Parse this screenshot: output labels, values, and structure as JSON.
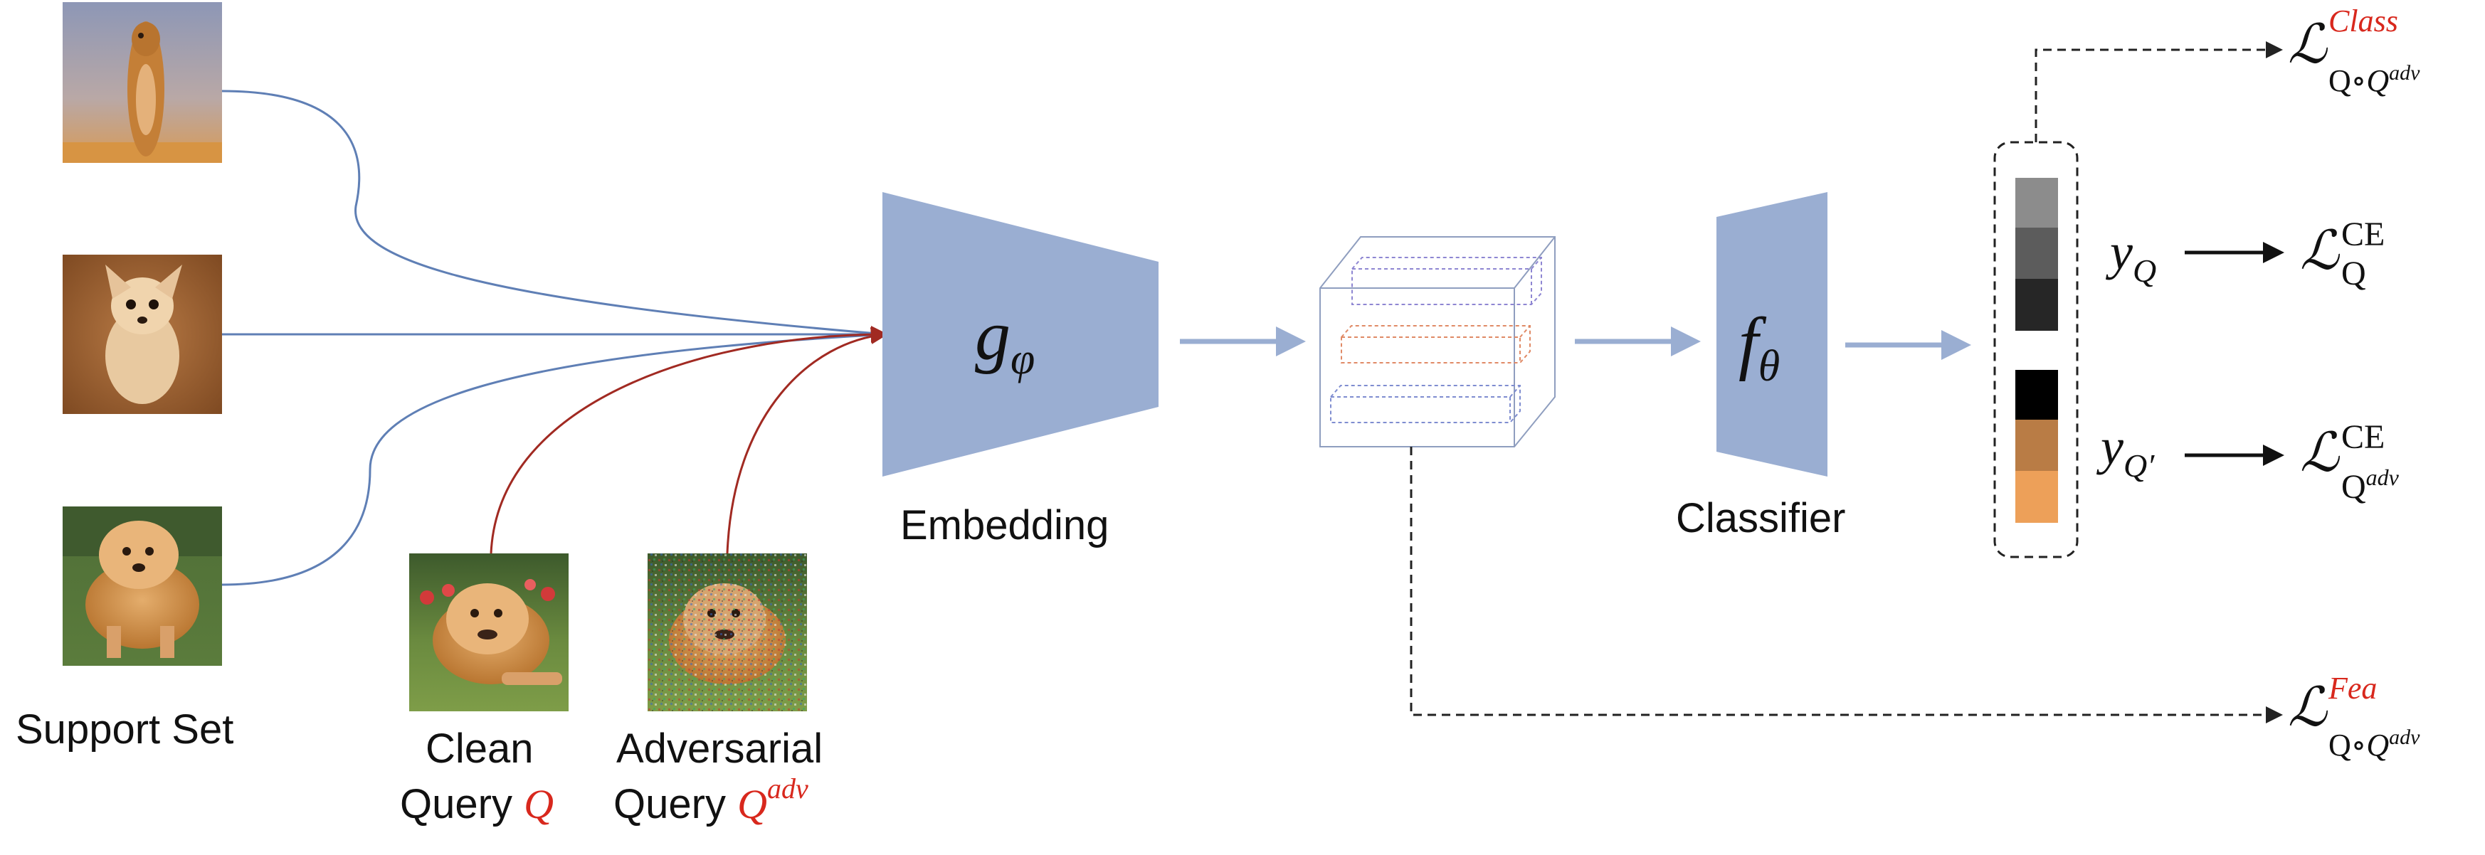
{
  "labels": {
    "support_set": "Support Set",
    "clean_query_line1": "Clean",
    "clean_query_line2": "Query",
    "clean_query_symbol": "Q",
    "adv_query_line1": "Adversarial",
    "adv_query_line2": "Query",
    "adv_query_symbol": "Q",
    "adv_query_sup": "adv",
    "embedding": "Embedding",
    "classifier": "Classifier"
  },
  "embedding_symbol": {
    "base": "g",
    "sub": "φ"
  },
  "classifier_symbol": {
    "base": "f",
    "sub": "θ"
  },
  "losses": {
    "class": {
      "base": "ℒ",
      "sup": "Class",
      "sub_plain": "Q∘",
      "sub_italic": "Q",
      "sub_sup": "adv"
    },
    "ce_clean": {
      "base": "ℒ",
      "sup": "CE",
      "sub": "Q",
      "target_base": "y",
      "target_sub": "Q"
    },
    "ce_adv": {
      "base": "ℒ",
      "sup": "CE",
      "sub": "Q",
      "sub_sup": "adv",
      "target_base": "y",
      "target_sub": "Q′"
    },
    "fea": {
      "base": "ℒ",
      "sup": "Fea",
      "sub_plain": "Q∘",
      "sub_italic": "Q",
      "sub_sup": "adv"
    }
  },
  "images": {
    "support_1": "meerkat photo",
    "support_2": "chihuahua photo",
    "support_3": "chow chow photo",
    "clean_query": "chow chow photo (clean)",
    "adversarial_query": "chow chow photo (adversarial noise)"
  },
  "colors": {
    "support_link": "#5f7fb5",
    "query_link": "#a12a22",
    "block_fill": "#9aaed2",
    "flow_arrow": "#9aaed2",
    "highlight_red": "#d8281d",
    "dashed": "#222222",
    "logit_grays": [
      "#8c8c8c",
      "#5c5c5c",
      "#262626",
      "#000000"
    ],
    "logit_oranges": [
      "#b97c45",
      "#eda059"
    ]
  }
}
